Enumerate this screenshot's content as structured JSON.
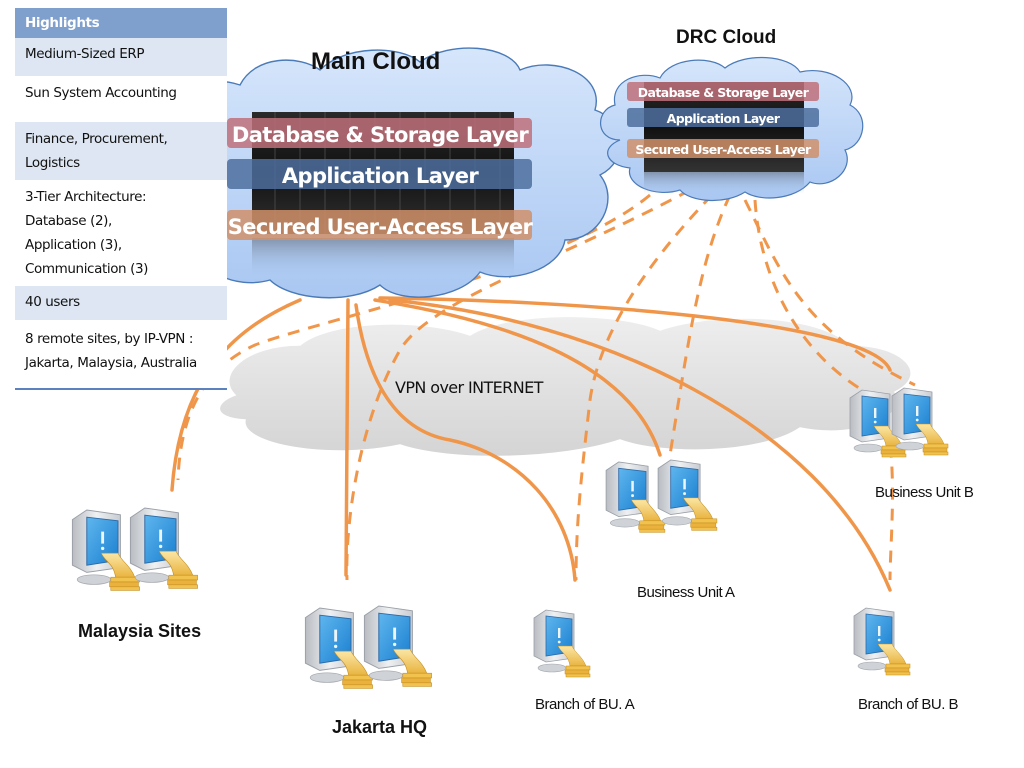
{
  "highlights": {
    "header": "Highlights",
    "rows": [
      [
        "Medium-Sized ERP"
      ],
      [
        "Sun System Accounting"
      ],
      [
        "Finance, Procurement,",
        "Logistics"
      ],
      [
        "3-Tier Architecture:",
        "Database (2),",
        "Application (3),",
        "Communication (3)"
      ],
      [
        "40 users"
      ],
      [
        "8 remote sites, by IP-VPN :",
        "Jakarta, Malaysia, Australia"
      ]
    ]
  },
  "main_cloud": {
    "title": "Main Cloud",
    "layers": [
      "Database & Storage Layer",
      "Application Layer",
      "Secured User-Access Layer"
    ]
  },
  "drc_cloud": {
    "title": "DRC Cloud",
    "layers": [
      "Database & Storage Layer",
      "Application Layer",
      "Secured User-Access Layer"
    ]
  },
  "internet": {
    "label": "VPN over INTERNET"
  },
  "sites": [
    {
      "name": "Malaysia Sites",
      "icon": "computer-pair-icon"
    },
    {
      "name": "Jakarta HQ",
      "icon": "computer-pair-icon"
    },
    {
      "name": "Branch of BU. A",
      "icon": "computer-icon"
    },
    {
      "name": "Business Unit A",
      "icon": "computer-pair-icon"
    },
    {
      "name": "Branch of BU. B",
      "icon": "computer-icon"
    },
    {
      "name": "Business Unit B",
      "icon": "computer-pair-icon"
    }
  ],
  "colors": {
    "link": "#f0964a",
    "cloud_fill": "#c4d9f7",
    "cloud_stroke": "#4a7ab8",
    "db_layer": "#c0707a",
    "app_layer": "#4e6e9e",
    "access_layer": "#d0906a",
    "table_header": "#7f9fcc"
  }
}
